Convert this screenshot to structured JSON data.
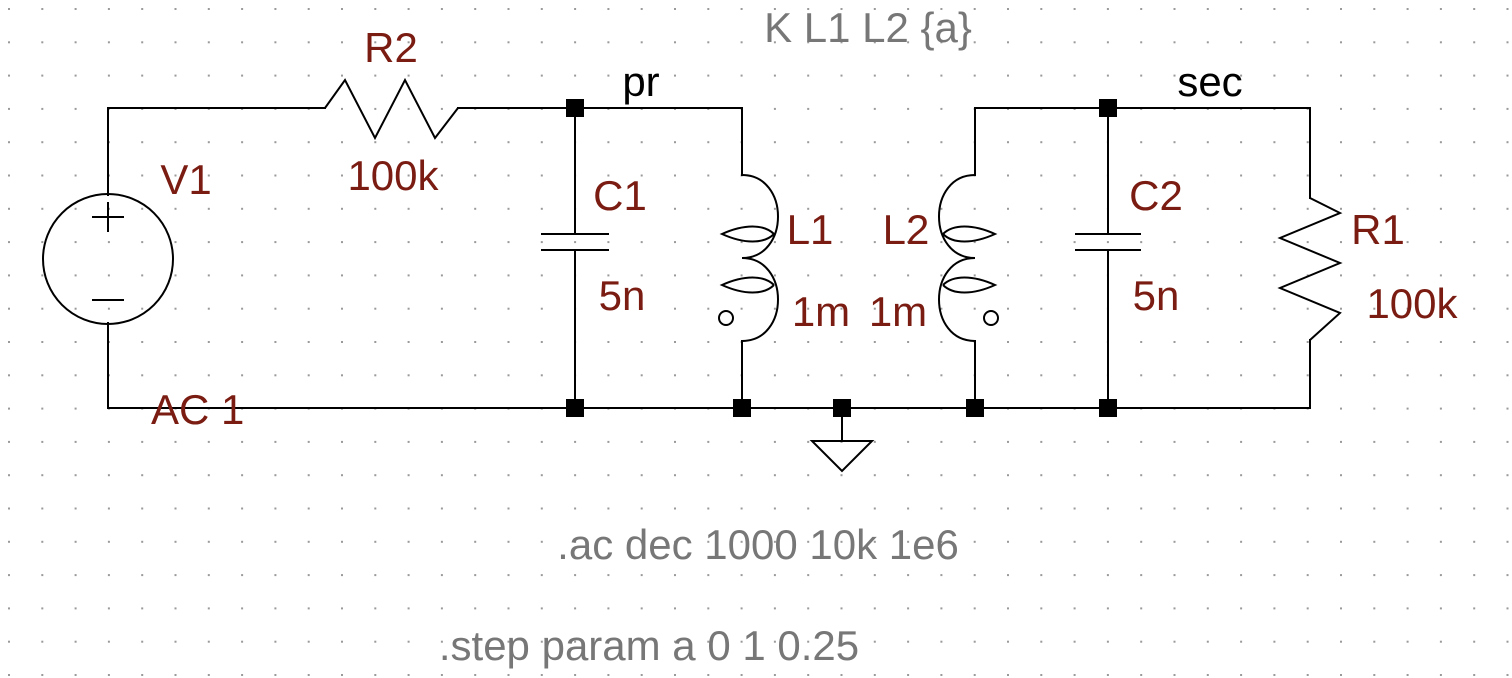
{
  "schematic": {
    "directive": "K L1 L2 {a}",
    "analysis": ".ac dec 1000 10k 1e6",
    "step": ".step param a 0 1 0.25",
    "nets": {
      "primary": "pr",
      "secondary": "sec"
    },
    "components": {
      "V1": {
        "name": "V1",
        "value": "AC 1",
        "plus": "+",
        "minus": "−"
      },
      "R2": {
        "name": "R2",
        "value": "100k"
      },
      "C1": {
        "name": "C1",
        "value": "5n"
      },
      "L1": {
        "name": "L1",
        "value": "1m"
      },
      "L2": {
        "name": "L2",
        "value": "1m"
      },
      "C2": {
        "name": "C2",
        "value": "5n"
      },
      "R1": {
        "name": "R1",
        "value": "100k"
      }
    },
    "colors": {
      "component_label": "#7a1c12",
      "directive": "#777777",
      "wire": "#000000",
      "grid_dot": "#9a9a9a"
    }
  }
}
